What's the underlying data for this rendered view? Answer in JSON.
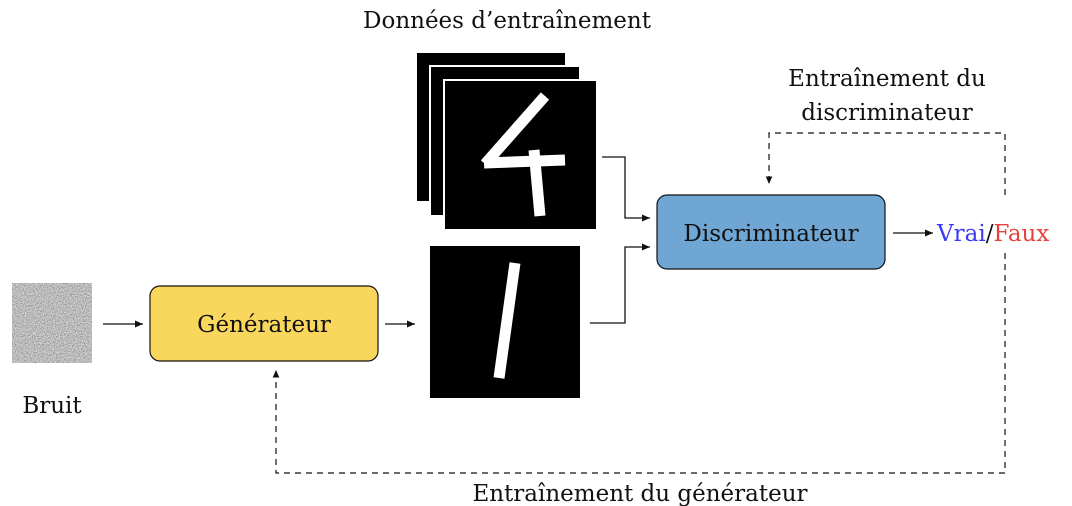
{
  "title": "Données d’entraînement",
  "noise": {
    "label": "Bruit"
  },
  "generator": {
    "label": "Générateur",
    "color": "#f9d65c"
  },
  "discriminator": {
    "label": "Discriminateur",
    "color": "#6fa6d4"
  },
  "output": {
    "true_label": "Vrai",
    "slash": "/",
    "false_label": "Faux",
    "true_color": "#3a3af2",
    "false_color": "#e8403a"
  },
  "discriminator_training": {
    "line1": "Entraînement du",
    "line2": "discriminateur"
  },
  "generator_training": {
    "label": "Entraînement du générateur"
  }
}
